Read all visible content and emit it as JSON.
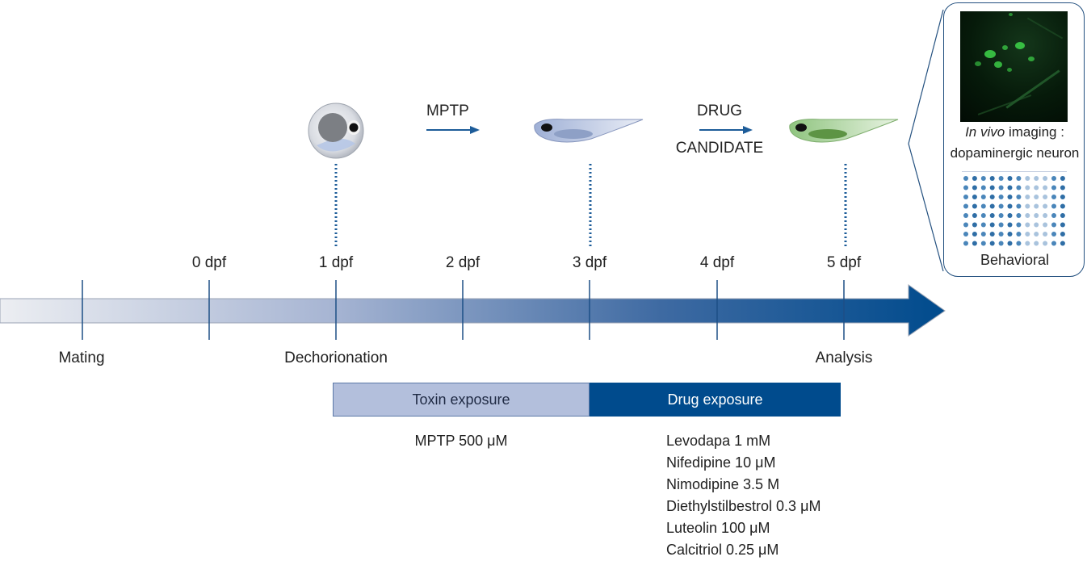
{
  "timeline": {
    "days": [
      "0 dpf",
      "1 dpf",
      "2 dpf",
      "3 dpf",
      "4 dpf",
      "5 dpf"
    ],
    "events": {
      "mating": "Mating",
      "dechorionation": "Dechorionation",
      "analysis": "Analysis"
    }
  },
  "stages": {
    "mptp_arrow": "MPTP",
    "drug_arrow_line1": "DRUG",
    "drug_arrow_line2": "CANDIDATE"
  },
  "exposure_bars": {
    "toxin": "Toxin exposure",
    "drug": "Drug exposure"
  },
  "toxin_dose": "MPTP 500 μM",
  "drug_doses": [
    "Levodapa 1 mM",
    "Nifedipine 10 μM",
    "Nimodipine 3.5 M",
    "Diethylstilbestrol 0.3 μM",
    "Luteolin 100 μM",
    "Calcitriol 0.25 μM"
  ],
  "side_panel": {
    "imaging_prefix": "In vivo",
    "imaging_suffix": " imaging :",
    "imaging_line2": "dopaminergic neuron",
    "behavioral": "Behavioral"
  },
  "colors": {
    "timeline_start": "#e6e9ef",
    "timeline_end": "#004b8d",
    "toxin_bar": "#b3bfdc",
    "drug_bar": "#004b8d",
    "arrow": "#1d5c99"
  }
}
